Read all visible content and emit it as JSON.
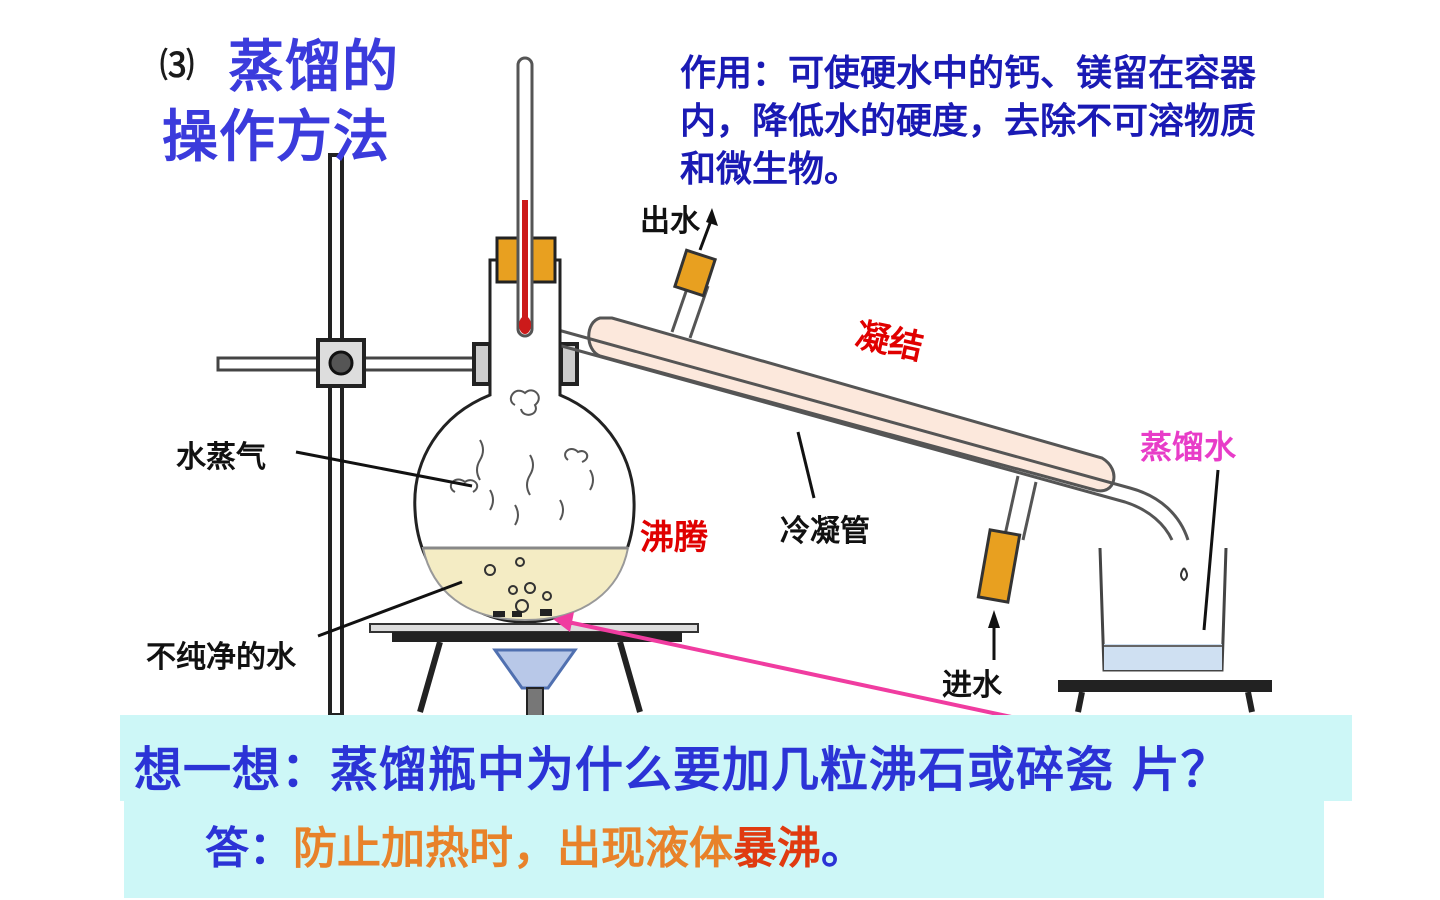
{
  "title": {
    "number": "⑶",
    "line1": "蒸馏的",
    "line2": "操作方法"
  },
  "purpose_text": "作用：可使硬水中的钙、镁留在容器内，降低水的硬度，去除不可溶物质和微生物。",
  "labels": {
    "water_out": "出水",
    "water_in": "进水",
    "condense": "凝结",
    "distilled_water": "蒸馏水",
    "water_vapor": "水蒸气",
    "boiling": "沸腾",
    "condenser": "冷凝管",
    "impure_water": "不纯净的水"
  },
  "question": "想一想：蒸馏瓶中为什么要加几粒沸石或碎瓷 片？",
  "answer": {
    "prefix": "答：",
    "part1": "防止加热时，出现液体",
    "part2": "暴沸",
    "end": "。"
  },
  "colors": {
    "title": "#3b3bdc",
    "purpose": "#1a1ab4",
    "red_label": "#e00000",
    "pink_label": "#e83cc8",
    "box_bg": "#cdf7f7",
    "answer_orange": "#e8822a",
    "rubber": "#e8a020",
    "liquid": "#f4ecc4",
    "arrow_pink": "#f03ca0"
  }
}
